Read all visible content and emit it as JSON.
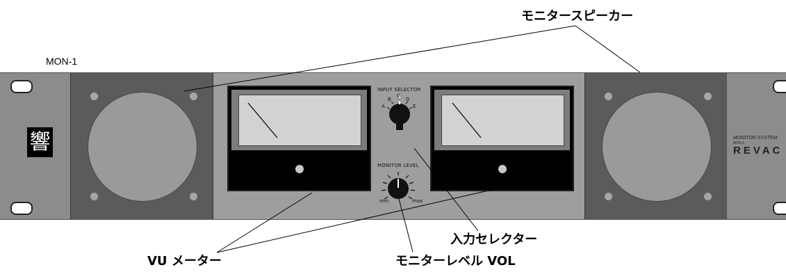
{
  "callouts": {
    "monitor_speaker": "モニタースピーカー",
    "input_selector": "入力セレクター",
    "vu_meter": "VU メーター",
    "monitor_level_vol": "モニターレベル VOL"
  },
  "model_label": "MON-1",
  "panel": {
    "logo_char": "響",
    "input_selector_label": "INPUT  SELECTOR",
    "selector_positions": [
      "A",
      "B",
      "C",
      "D",
      "E"
    ],
    "monitor_level_label": "MONITOR  LEVEL",
    "level_min": "min",
    "level_max": "max",
    "system_label": "MONITOR SYSTEM",
    "model_small": "MON-1",
    "brand": "REVAC"
  },
  "colors": {
    "panel": "#9e9e9e",
    "speaker": "#5b5b5b",
    "meter_face": "#d2d2d2"
  }
}
